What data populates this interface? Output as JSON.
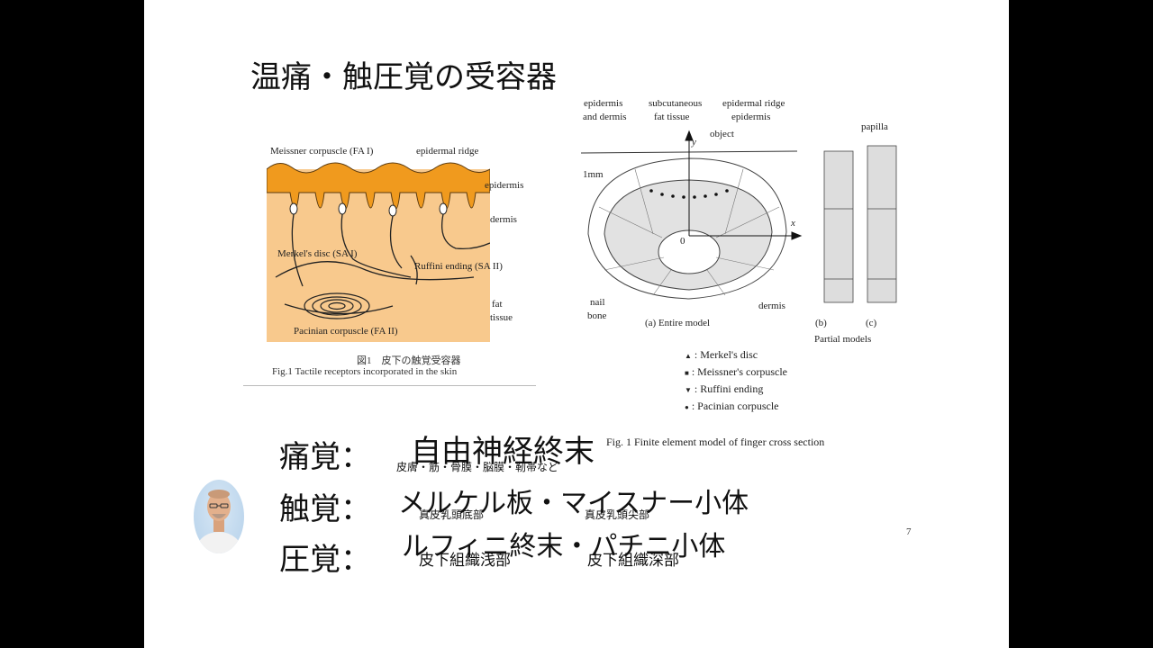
{
  "slide": {
    "title": "温痛・触圧覚の受容器",
    "page_number": "7"
  },
  "left_figure": {
    "labels": {
      "meissner": "Meissner corpuscle (FA I)",
      "epidermal_ridge": "epidermal ridge",
      "epidermis": "epidermis",
      "dermis": "dermis",
      "merkel": "Merkel's disc (SA I)",
      "ruffini": "Ruffini ending (SA II)",
      "fat": "fat",
      "tissue": "tissue",
      "pacinian": "Pacinian corpuscle (FA II)"
    },
    "caption_jp": "図1　皮下の触覚受容器",
    "caption_en": "Fig.1 Tactile receptors incorporated in the skin",
    "colors": {
      "epidermis": "#f09a1e",
      "dermis": "#f8c98d"
    }
  },
  "right_figure": {
    "labels": {
      "epidermis_and": "epidermis",
      "and_dermis": "and dermis",
      "subcutaneous": "subcutaneous",
      "fat_tissue": "fat tissue",
      "epidermal_ridge": "epidermal ridge",
      "epidermis": "epidermis",
      "papilla": "papilla",
      "object": "object",
      "scale": "1mm",
      "axis_y": "y",
      "axis_x": "x",
      "origin": "0",
      "nail": "nail",
      "bone": "bone",
      "dermis": "dermis",
      "entire_model": "(a) Entire model",
      "b": "(b)",
      "c": "(c)",
      "partial_models": "Partial models"
    },
    "legend": [
      {
        "symbol": "▲",
        "text": ": Merkel's disc"
      },
      {
        "symbol": "■",
        "text": ": Meissner's corpuscle"
      },
      {
        "symbol": "▼",
        "text": ": Ruffini ending"
      },
      {
        "symbol": "●",
        "text": ": Pacinian corpuscle"
      }
    ],
    "caption": "Fig. 1  Finite element model of finger cross section"
  },
  "lines": [
    {
      "heading": "痛覚：",
      "text": "自由神経終末",
      "notes": [
        "皮膚・筋・骨膜・脳膜・靭帯など"
      ]
    },
    {
      "heading": "触覚：",
      "text": "メルケル板・マイスナー小体",
      "notes": [
        "真皮乳頭底部",
        "真皮乳頭尖部"
      ]
    },
    {
      "heading": "圧覚：",
      "text": "ルフィニ終末・パチニ小体",
      "notes": [
        "皮下組織浅部",
        "皮下組織深部"
      ]
    }
  ]
}
